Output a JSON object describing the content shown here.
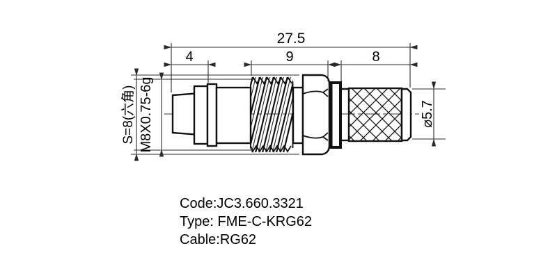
{
  "drawing": {
    "title_block": {
      "code": "Code:JC3.660.3321",
      "type": "Type: FME-C-KRG62",
      "cable": "Cable:RG62"
    },
    "dimensions": {
      "total_length": "27.5",
      "nose_length": "4",
      "thread_section_length": "9",
      "knurl_section_length": "8",
      "hex_across_flats": "S=8(六角)",
      "thread_spec": "M8X0.75-6g",
      "cable_end_diameter": "⌀5.7"
    },
    "colors": {
      "line": "#111111",
      "dimension_line": "#2a2a2a",
      "background": "#ffffff",
      "text": "#000000"
    }
  }
}
